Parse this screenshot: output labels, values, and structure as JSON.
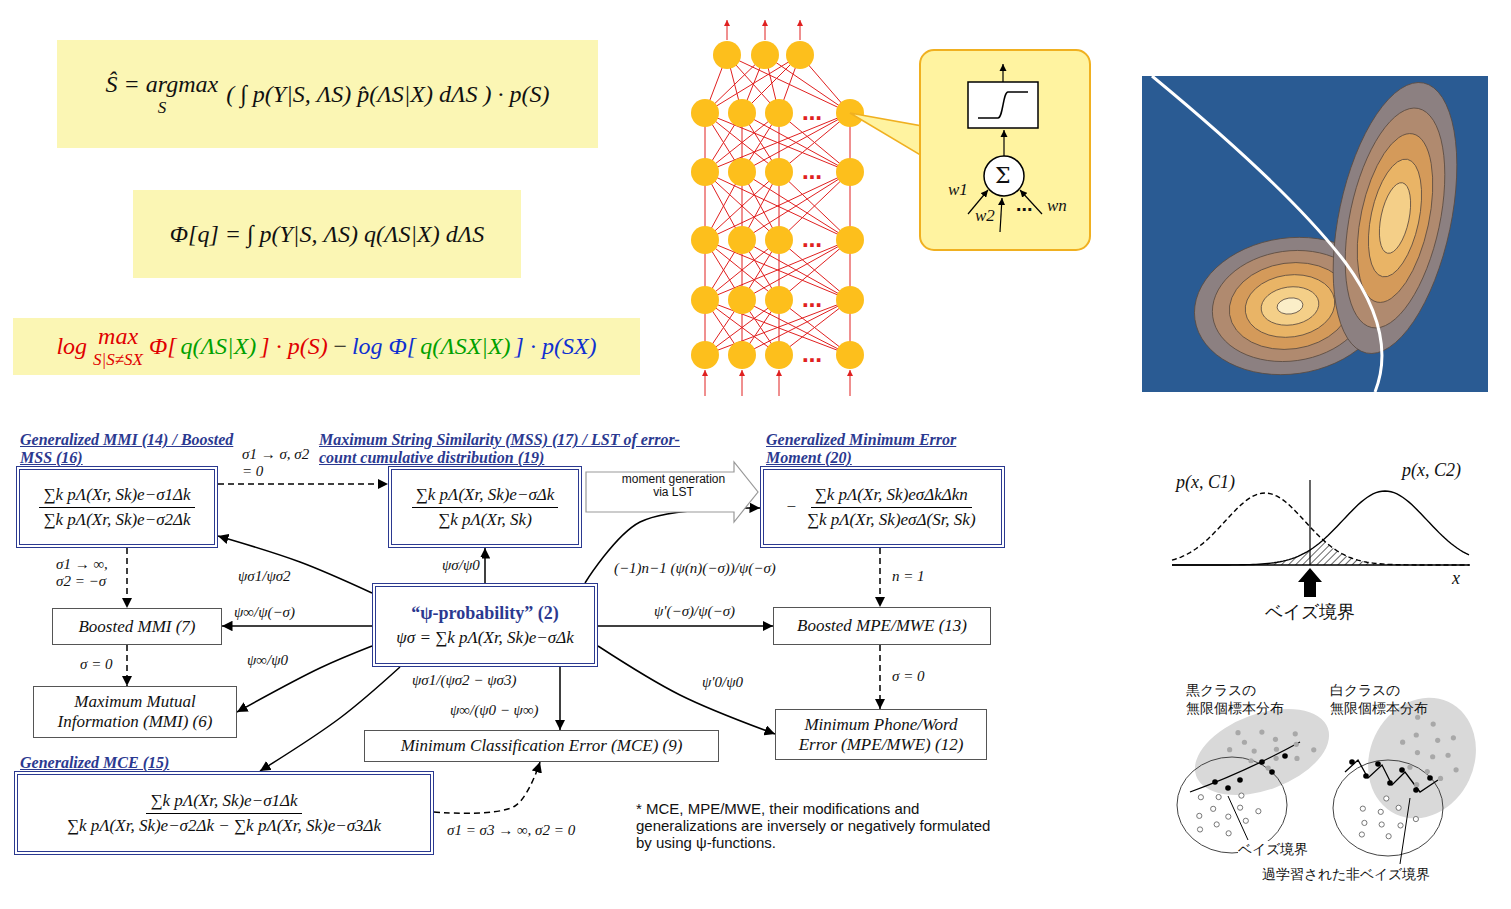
{
  "diagram": {
    "nodes": [
      {
        "text": [
          "Ŝ = argmax",
          "S",
          "( ∫ p(Y|S, ΛS) p̂(ΛS|X) dΛS ) · p(S)"
        ]
      },
      {
        "text": [
          "Φ[q] = ∫ p(Y|S, ΛS) q(ΛS|X) dΛS"
        ]
      },
      {
        "text": [
          "log",
          "max",
          "S|S≠SX",
          "Φ[",
          "q(ΛS|X)",
          "] · p(S)",
          "−",
          "log Φ[",
          "q(ΛSX|X)",
          "] · p(SX)"
        ]
      },
      {
        "text": [
          "Generalized MMI (14) / Boosted MSS (16)",
          "∑k pΛ(Xr, Sk)e−σ1Δk",
          "∑k pΛ(Xr, Sk)e−σ2Δk"
        ]
      },
      {
        "text": [
          "Maximum String Similarity (MSS) (17) / LST of error-count cumulative distribution (19)",
          "∑k pΛ(Xr, Sk)e−σΔk",
          "∑k pΛ(Xr, Sk)"
        ]
      },
      {
        "text": [
          "Generalized Minimum Error Moment (20)",
          "−",
          "∑k pΛ(Xr, Sk)eσΔkΔkn",
          "∑k pΛ(Xr, Sk)eσΔ(Sr, Sk)"
        ]
      },
      {
        "text": [
          "“ψ-probability” (2)",
          "ψσ = ∑k pΛ(Xr, Sk)e−σΔk"
        ]
      },
      {
        "text": [
          "Boosted MMI (7)"
        ]
      },
      {
        "text": [
          "Maximum Mutual Information (MMI) (6)"
        ]
      },
      {
        "text": [
          "Minimum Classification Error (MCE) (9)"
        ]
      },
      {
        "text": [
          "Boosted MPE/MWE (13)"
        ]
      },
      {
        "text": [
          "Minimum Phone/Word Error (MPE/MWE) (12)"
        ]
      },
      {
        "text": [
          "Generalized MCE (15)",
          "∑k pΛ(Xr, Sk)e−σ1Δk",
          "∑k pΛ(Xr, Sk)e−σ2Δk − ∑k pΛ(Xr, Sk)e−σ3Δk"
        ]
      }
    ],
    "edges": [
      {
        "from": 6,
        "to": 3,
        "arrow": "to",
        "label": "ψσ1/ψσ2"
      },
      {
        "from": 6,
        "to": 4,
        "arrow": "to",
        "label": "ψσ/ψ0"
      },
      {
        "from": 6,
        "to": 5,
        "arrow": "to",
        "label": "(−1)n−1 (ψ(n)(−σ))/ψ(−σ)"
      },
      {
        "from": 6,
        "to": 7,
        "arrow": "to",
        "label": "ψ∞/ψ(−σ)"
      },
      {
        "from": 6,
        "to": 8,
        "arrow": "to",
        "label": "ψ∞/ψ0"
      },
      {
        "from": 6,
        "to": 12,
        "arrow": "to",
        "label": "ψσ1/(ψσ2 − ψσ3)"
      },
      {
        "from": 6,
        "to": 9,
        "arrow": "to",
        "label": "ψ∞/(ψ0 − ψ∞)"
      },
      {
        "from": 6,
        "to": 10,
        "arrow": "to",
        "label": "ψ'(−σ)/ψ(−σ)"
      },
      {
        "from": 6,
        "to": 11,
        "arrow": "to",
        "label": "ψ'0/ψ0"
      },
      {
        "from": 3,
        "to": 4,
        "arrow": "to",
        "label": "σ1 → σ, σ2 = 0"
      },
      {
        "from": 3,
        "to": 7,
        "arrow": "to",
        "label": "σ1 → ∞, σ2 = −σ"
      },
      {
        "from": 7,
        "to": 8,
        "arrow": "to",
        "label": "σ = 0"
      },
      {
        "from": 4,
        "to": 5,
        "arrow": "to",
        "label": "moment generation via LST"
      },
      {
        "from": 5,
        "to": 10,
        "arrow": "to",
        "label": "n = 1"
      },
      {
        "from": 10,
        "to": 11,
        "arrow": "to",
        "label": "σ = 0"
      },
      {
        "from": 12,
        "to": 9,
        "arrow": "to",
        "label": "σ1 = σ3 → ∞, σ2 = 0"
      }
    ],
    "labels": [
      "w1",
      "w2",
      "wn",
      "Σ",
      "⋯",
      "…",
      "…",
      "…",
      "…",
      "…",
      "p(x, C1)",
      "p(x, C2)",
      "x",
      "ベイズ境界",
      "黒クラスの 無限個標本分布",
      "白クラスの 無限個標本分布",
      "ベイズ境界",
      "過学習された非ベイズ境界",
      "* MCE, MPE/MWE, their modifications and generalizations are inversely or negatively formulated by using ψ-functions."
    ]
  }
}
